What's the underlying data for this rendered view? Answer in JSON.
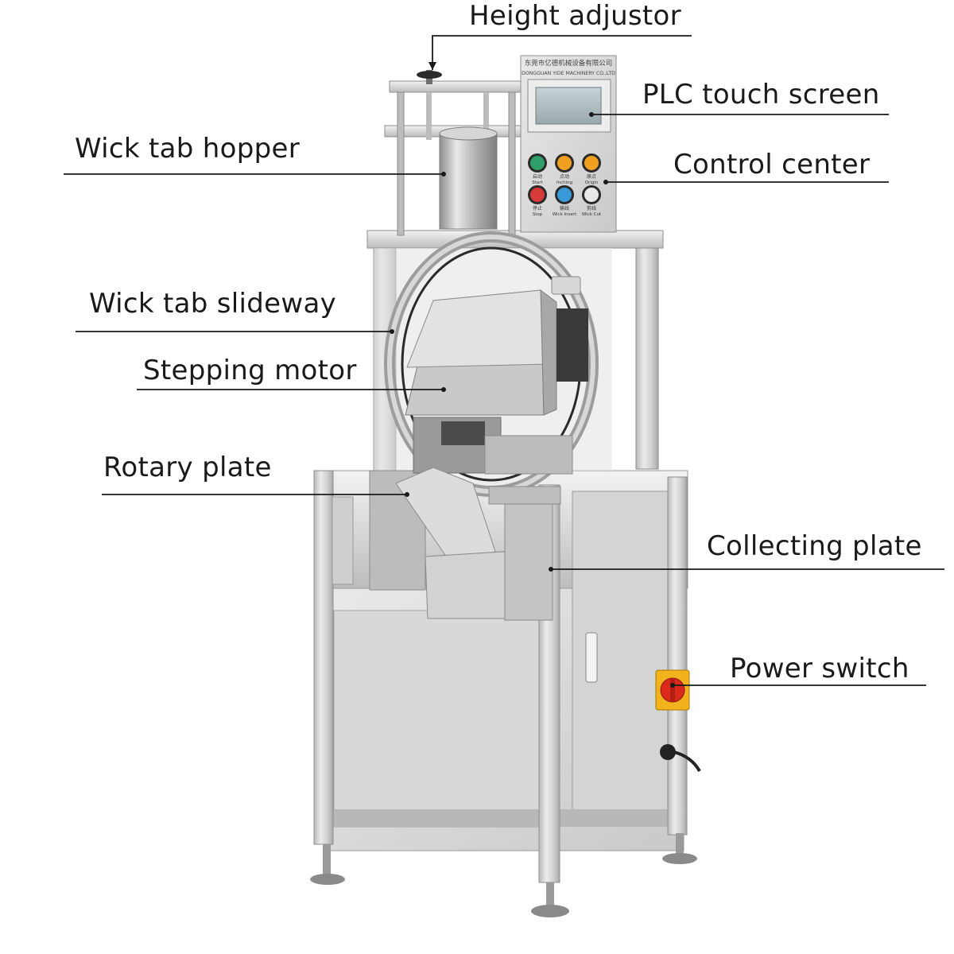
{
  "callouts": {
    "height_adjustor": "Height adjustor",
    "plc_touch_screen": "PLC touch screen",
    "wick_tab_hopper": "Wick tab hopper",
    "control_center": "Control center",
    "wick_tab_slideway": "Wick tab slideway",
    "stepping_motor": "Stepping motor",
    "rotary_plate": "Rotary plate",
    "collecting_plate": "Collecting plate",
    "power_switch": "Power switch"
  },
  "panel": {
    "company_cn": "东莞市亿德机械设备有限公司",
    "company_en": "DONGGUAN YIDE MACHINERY CO.,LTD",
    "buttons": [
      {
        "cn": "启动",
        "en": "Start",
        "color": "#2e9e6a"
      },
      {
        "cn": "点动",
        "en": "Inching",
        "color": "#f0a020"
      },
      {
        "cn": "原点",
        "en": "Origin",
        "color": "#f0a020"
      },
      {
        "cn": "停止",
        "en": "Stop",
        "color": "#d63a3a"
      },
      {
        "cn": "输线",
        "en": "Wick Insert",
        "color": "#3a9ad9"
      },
      {
        "cn": "剪线",
        "en": "Wick Cut",
        "color": "#e8e8e8"
      }
    ]
  },
  "colors": {
    "steel_light": "#e6e6e6",
    "steel_mid": "#c4c4c4",
    "steel_dark": "#8a8a8a",
    "switch_yellow": "#f2b21c",
    "switch_red": "#d92a1c"
  }
}
